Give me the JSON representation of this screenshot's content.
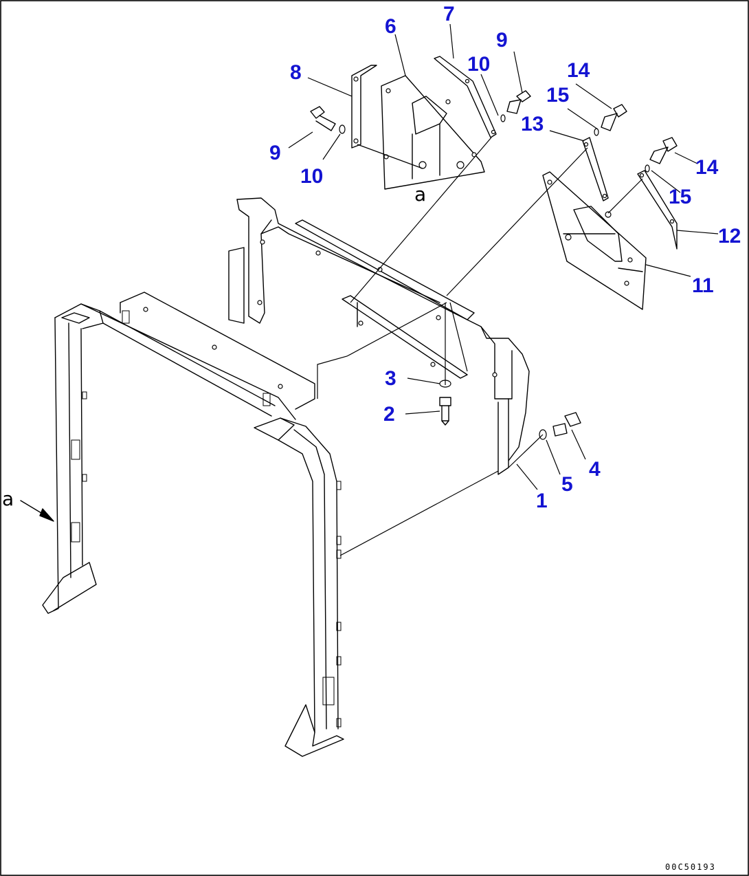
{
  "diagram": {
    "drawing_code": "00C50193",
    "view_marker": "a",
    "callouts": [
      {
        "id": "c1",
        "label": "1"
      },
      {
        "id": "c2",
        "label": "2"
      },
      {
        "id": "c3",
        "label": "3"
      },
      {
        "id": "c4",
        "label": "4"
      },
      {
        "id": "c5",
        "label": "5"
      },
      {
        "id": "c6",
        "label": "6"
      },
      {
        "id": "c7",
        "label": "7"
      },
      {
        "id": "c8",
        "label": "8"
      },
      {
        "id": "c9a",
        "label": "9"
      },
      {
        "id": "c9b",
        "label": "9"
      },
      {
        "id": "c10a",
        "label": "10"
      },
      {
        "id": "c10b",
        "label": "10"
      },
      {
        "id": "c11",
        "label": "11"
      },
      {
        "id": "c12",
        "label": "12"
      },
      {
        "id": "c13",
        "label": "13"
      },
      {
        "id": "c14a",
        "label": "14"
      },
      {
        "id": "c14b",
        "label": "14"
      },
      {
        "id": "c15a",
        "label": "15"
      },
      {
        "id": "c15b",
        "label": "15"
      }
    ]
  }
}
